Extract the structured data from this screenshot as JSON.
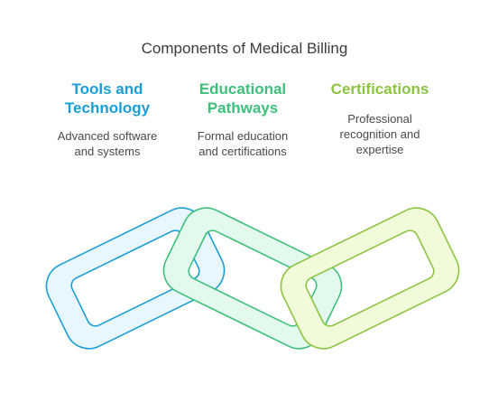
{
  "title": "Components of Medical Billing",
  "columns": [
    {
      "heading_lines": [
        "Tools and",
        "Technology"
      ],
      "description_lines": [
        "Advanced software",
        "and systems"
      ],
      "color": "#1a9ed6",
      "fill": "#e8f6fd"
    },
    {
      "heading_lines": [
        "Educational",
        "Pathways"
      ],
      "description_lines": [
        "Formal education",
        "and certifications"
      ],
      "color": "#3cc07a",
      "fill": "#e4f9ee"
    },
    {
      "heading_lines": [
        "Certifications"
      ],
      "description_lines": [
        "Professional",
        "recognition and",
        "expertise"
      ],
      "color": "#8bc43f",
      "fill": "#f1fbd9"
    }
  ]
}
